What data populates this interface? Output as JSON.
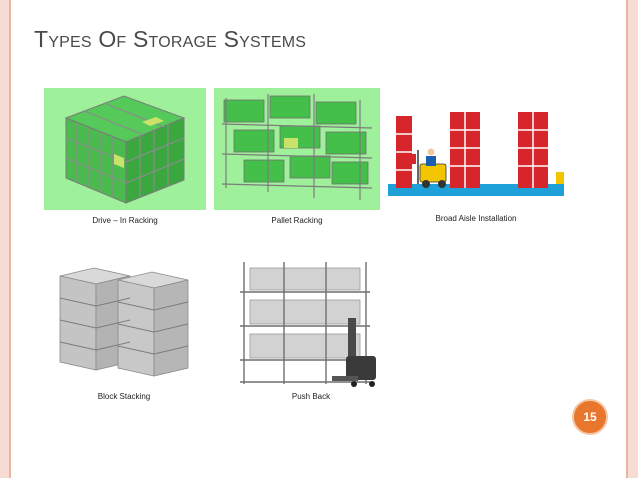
{
  "slide": {
    "title": "Types Of Storage Systems",
    "page_number": "15"
  },
  "figures": [
    {
      "caption": "Drive – In Racking",
      "icon": "drive-in-racking-image"
    },
    {
      "caption": "Pallet Racking",
      "icon": "pallet-racking-image"
    },
    {
      "caption": "Broad Aisle Installation",
      "icon": "broad-aisle-installation-image"
    },
    {
      "caption": "Block Stacking",
      "icon": "block-stacking-image"
    },
    {
      "caption": "Push Back",
      "icon": "push-back-image"
    }
  ],
  "colors": {
    "accent": "#e8762c",
    "border_band": "#f7dcd3",
    "rack_green_bg": "#9ef09a",
    "rack_red": "#d7262b",
    "aisle_blue": "#1ea0d8"
  }
}
